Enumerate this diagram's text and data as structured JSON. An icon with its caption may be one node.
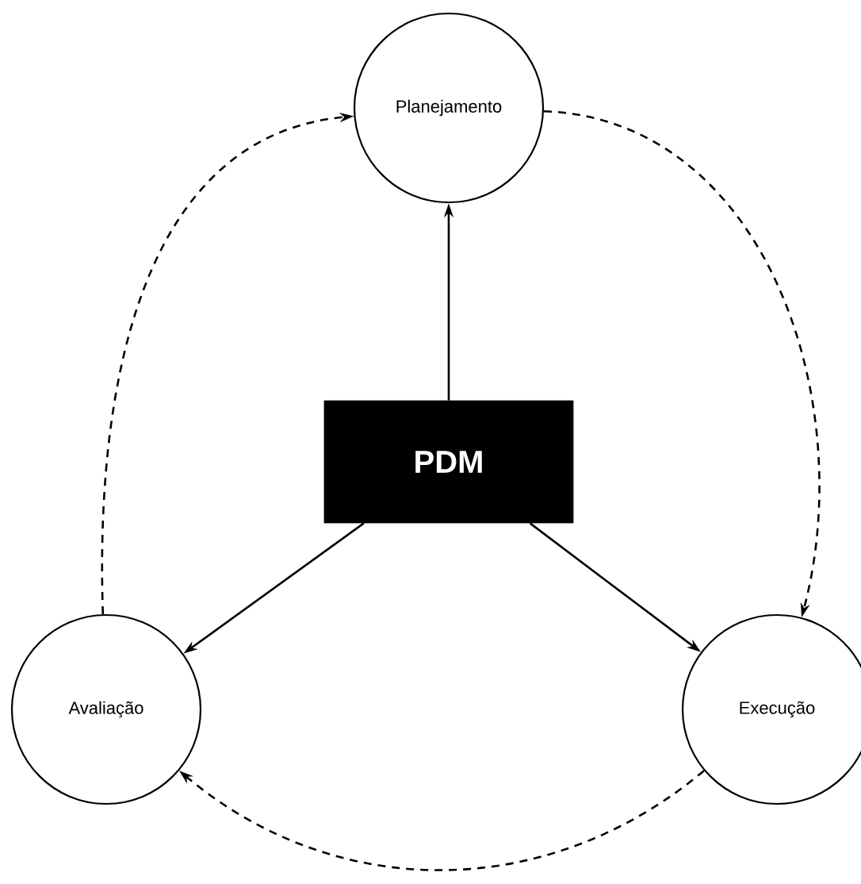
{
  "diagram": {
    "nodes": [
      {
        "text": [
          "Planejamento"
        ]
      },
      {
        "text": [
          "PDM"
        ]
      },
      {
        "text": [
          "Avaliação"
        ]
      },
      {
        "text": [
          "Execução"
        ]
      }
    ],
    "edges": [
      {
        "from": 1,
        "to": 0,
        "arrow": "to"
      },
      {
        "from": 1,
        "to": 2,
        "arrow": "to"
      },
      {
        "from": 1,
        "to": 3,
        "arrow": "to"
      },
      {
        "from": 2,
        "to": 0,
        "arrow": "to",
        "style": "dashed"
      },
      {
        "from": 0,
        "to": 3,
        "arrow": "to",
        "style": "dashed"
      },
      {
        "from": 3,
        "to": 2,
        "arrow": "to",
        "style": "dashed"
      }
    ]
  }
}
